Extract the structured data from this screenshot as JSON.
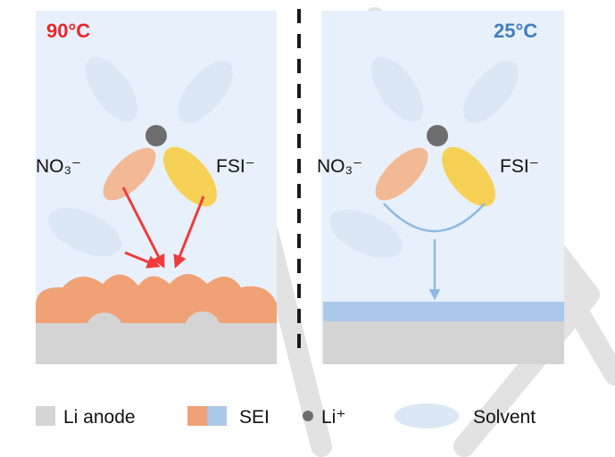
{
  "left_panel": {
    "temperature": "90°C",
    "anion_left": "NO₃⁻",
    "anion_right": "FSI⁻"
  },
  "right_panel": {
    "temperature": "25°C",
    "anion_left": "NO₃⁻",
    "anion_right": "FSI⁻"
  },
  "legend": {
    "li_anode": "Li anode",
    "sei": "SEI",
    "li_ion": "Li⁺",
    "solvent": "Solvent"
  },
  "colors": {
    "panel_bg": "#e8f0fb",
    "solvent": "#dce7f5",
    "li_ion": "#6e6e6e",
    "nitrate": "#f3b994",
    "fsi": "#f6d155",
    "sei_orange": "#f0a276",
    "sei_blue": "#a9c8ea",
    "anode": "#d4d4d4",
    "arrow_red": "#ef3b3b",
    "arrow_blue": "#8fb9e3",
    "temp_hot": "#e8262a",
    "temp_cold": "#3f7fc1",
    "watermark": "#e2e2e2"
  }
}
